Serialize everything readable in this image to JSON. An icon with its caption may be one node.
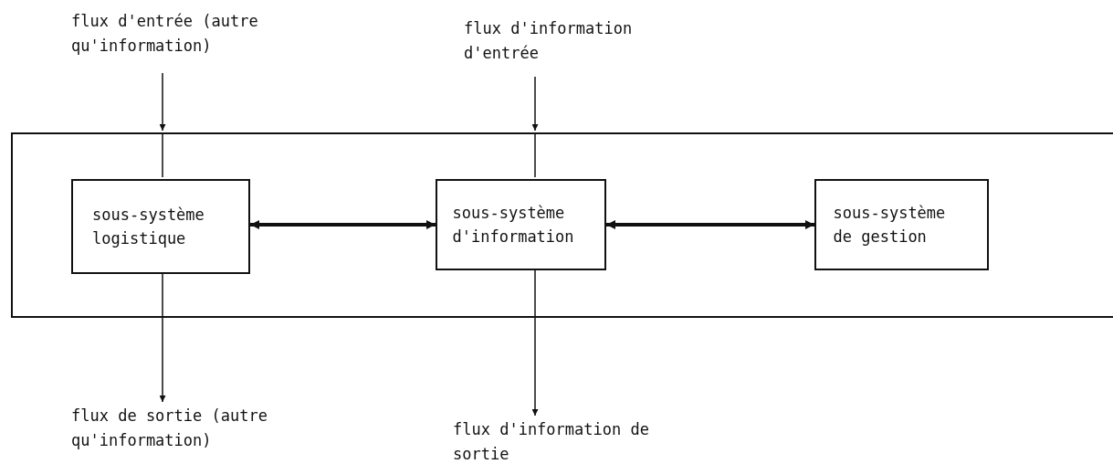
{
  "diagram": {
    "nodes": [
      {
        "text": [],
        "shape": "box"
      },
      {
        "text": [
          "sous-système logistique"
        ],
        "in": 0
      },
      {
        "text": [
          "sous-système d'information"
        ],
        "in": 0
      },
      {
        "text": [
          "sous-système de gestion"
        ],
        "in": 0
      },
      {
        "text": [
          "flux d'entrée (autre qu'information)"
        ]
      },
      {
        "text": [
          "flux d'information d'entrée"
        ]
      },
      {
        "text": [
          "flux de sortie (autre qu'information)"
        ]
      },
      {
        "text": [
          "flux d'information de sortie"
        ]
      }
    ],
    "edges": [
      {
        "from": 4,
        "to": 0,
        "arrow": "to"
      },
      {
        "from": 0,
        "to": 1,
        "arrow": "none"
      },
      {
        "from": 5,
        "to": 0,
        "arrow": "to"
      },
      {
        "from": 0,
        "to": 2,
        "arrow": "none"
      },
      {
        "from": 1,
        "to": 6,
        "arrow": "to"
      },
      {
        "from": 2,
        "to": 7,
        "arrow": "to"
      },
      {
        "from": 1,
        "to": 2,
        "arrow": "both",
        "style": "thick"
      },
      {
        "from": 2,
        "to": 3,
        "arrow": "both",
        "style": "thick"
      }
    ]
  }
}
